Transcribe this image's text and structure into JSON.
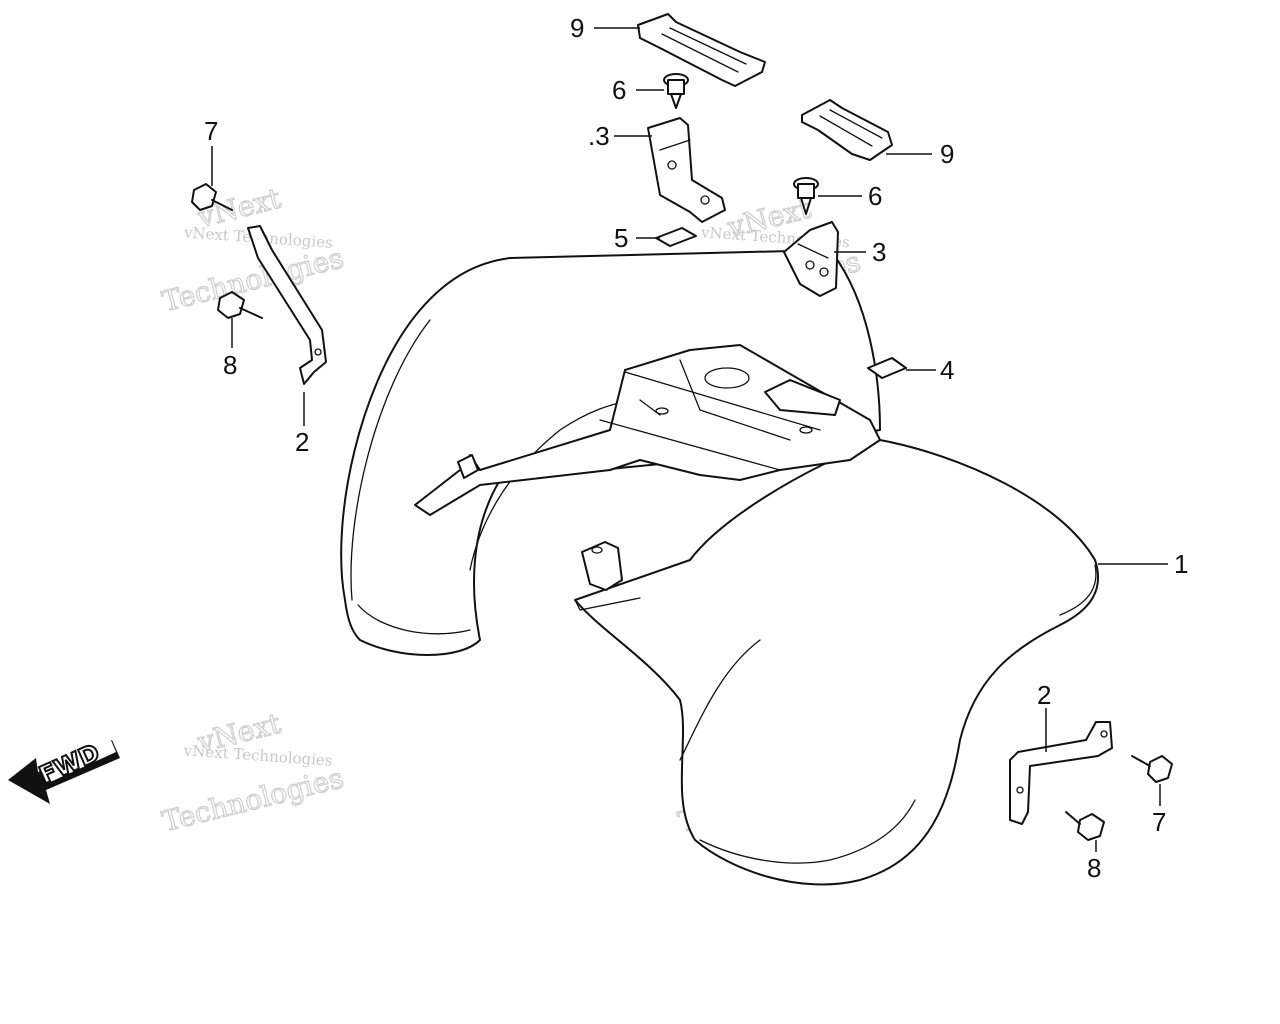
{
  "callouts": {
    "c9_top": "9",
    "c6_top": "6",
    "c3_left": ".3",
    "c9_right": "9",
    "c6_right": "6",
    "c5": "5",
    "c3_right": "3",
    "c4": "4",
    "c7_left": "7",
    "c8_left": "8",
    "c2_left": "2",
    "c1": "1",
    "c2_right": "2",
    "c7_right": "7",
    "c8_right": "8"
  },
  "fwd_label": "FWD",
  "watermark": {
    "line1": "vNext Technologies",
    "line2": "vNext",
    "line3": "Technologies"
  }
}
